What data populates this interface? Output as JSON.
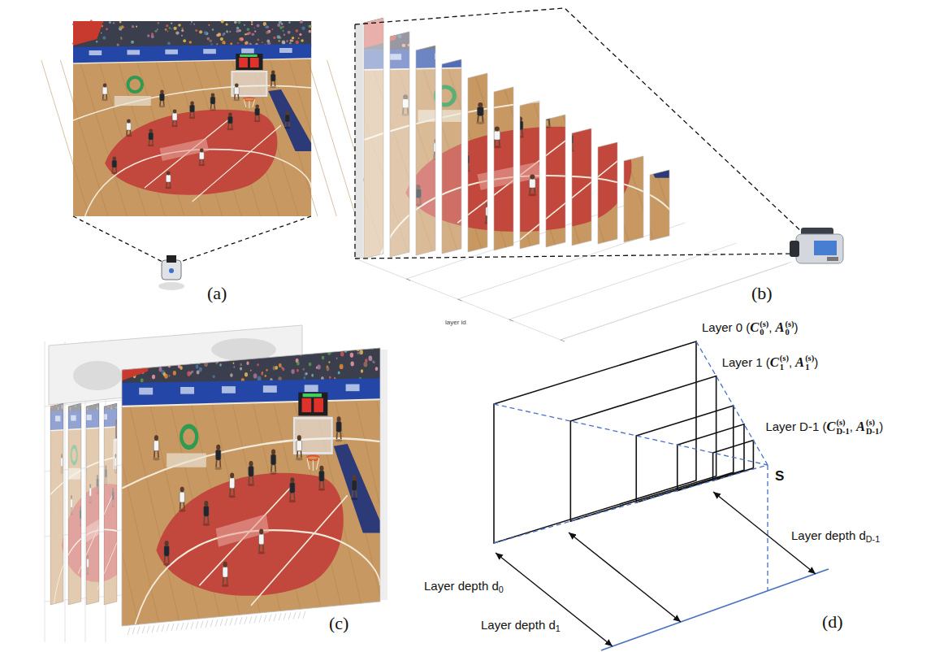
{
  "diagram": {
    "labels": [
      "(a)",
      "(b)",
      "(c)",
      "(d)",
      "layer id",
      "Layer 0 (",
      "C",
      "0",
      "(s)",
      ",",
      "A",
      "0",
      "(s)",
      ")",
      "Layer 1 (",
      "C",
      "1",
      "(s)",
      ",",
      "A",
      "1",
      "(s)",
      ")",
      "Layer D-1 (",
      "C",
      "D-1",
      "(s)",
      ",",
      "A",
      "D-1",
      "(s)",
      ")",
      "S",
      "Layer depth d",
      "0",
      "Layer depth d",
      "1",
      "Layer depth d",
      "D-1"
    ]
  }
}
